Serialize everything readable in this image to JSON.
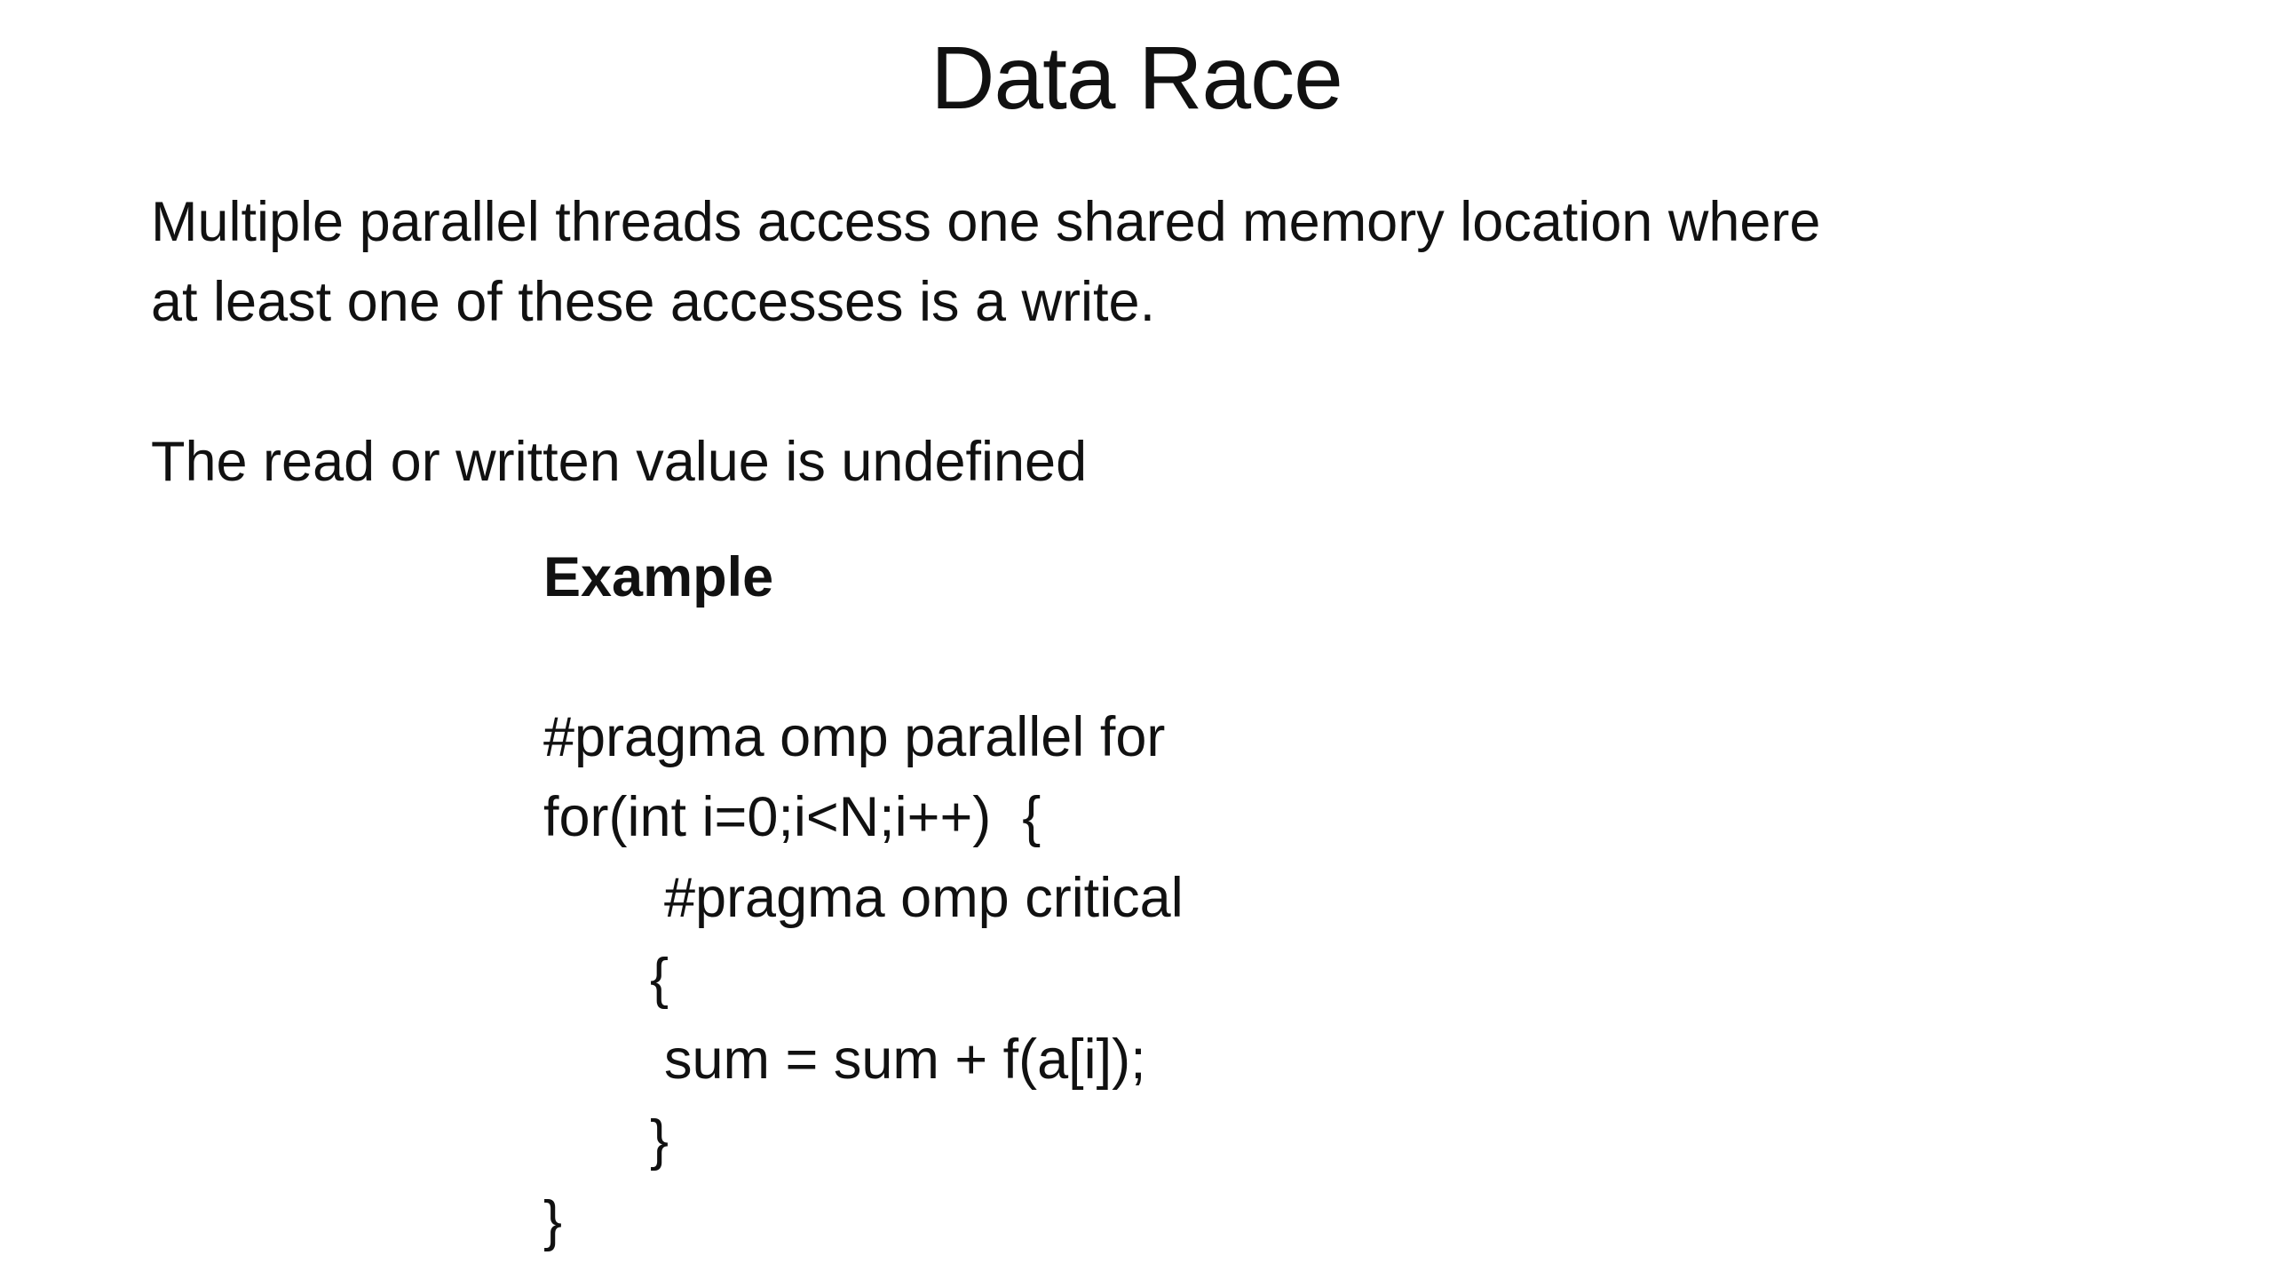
{
  "slide": {
    "title": "Data Race",
    "paragraph1_line1": "Multiple parallel threads access one shared memory location where",
    "paragraph1_line2": "at least one of these accesses is a write.",
    "paragraph2": "The read or written value is undefined",
    "example_heading": "Example",
    "code": [
      "#pragma omp parallel for",
      "for(int i=0;i<N;i++)  {",
      "#pragma omp critical",
      "{",
      "sum = sum + f(a[i]);",
      "}",
      "}"
    ]
  }
}
